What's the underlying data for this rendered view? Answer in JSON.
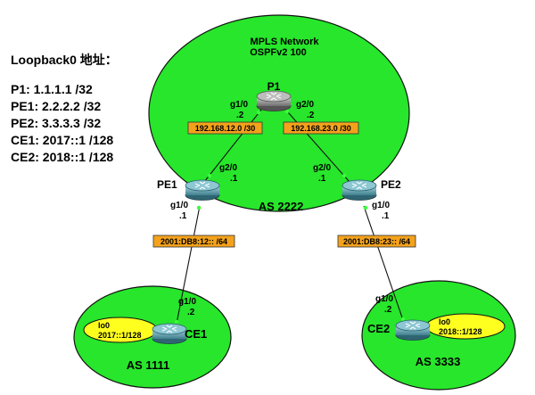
{
  "loopback": {
    "title": "Loopback0 地址：",
    "items": [
      "P1: 1.1.1.1 /32",
      "PE1: 2.2.2.2 /32",
      "PE2: 3.3.3.3 /32",
      "CE1: 2017::1 /128",
      "CE2: 2018::1 /128"
    ]
  },
  "mpls": {
    "title": "MPLS Network",
    "subtitle": "OSPFv2 100",
    "as": "AS 2222"
  },
  "routers": {
    "p1": "P1",
    "pe1": "PE1",
    "pe2": "PE2",
    "ce1": "CE1",
    "ce2": "CE2"
  },
  "interfaces": {
    "p1_left": {
      "port": "g1/0",
      "host": ".2"
    },
    "p1_right": {
      "port": "g2/0",
      "host": ".2"
    },
    "pe1_up": {
      "port": "g2/0",
      "host": ".1"
    },
    "pe2_up": {
      "port": "g2/0",
      "host": ".1"
    },
    "pe1_down": {
      "port": "g1/0",
      "host": ".1"
    },
    "pe2_down": {
      "port": "g1/0",
      "host": ".1"
    },
    "ce1_up": {
      "port": "g1/0",
      "host": ".2"
    },
    "ce2_up": {
      "port": "g1/0",
      "host": ".2"
    }
  },
  "subnets": {
    "p1_pe1": "192.168.12.0 /30",
    "p1_pe2": "192.168.23.0 /30",
    "pe1_ce1": "2001:DB8:12:: /64",
    "pe2_ce2": "2001:DB8:23:: /64"
  },
  "as1": {
    "name": "AS 1111",
    "lo_name": "lo0",
    "lo_addr": "2017::1/128"
  },
  "as3": {
    "name": "AS 3333",
    "lo_name": "lo0",
    "lo_addr": "2018::1/128"
  },
  "colors": {
    "area": "#27e62b",
    "border": "#111111",
    "label_box": "#f4a21c",
    "lo_bubble": "#ffff1f",
    "router_top": "#5fa0ae",
    "router_p1": "#9c9c9c"
  }
}
